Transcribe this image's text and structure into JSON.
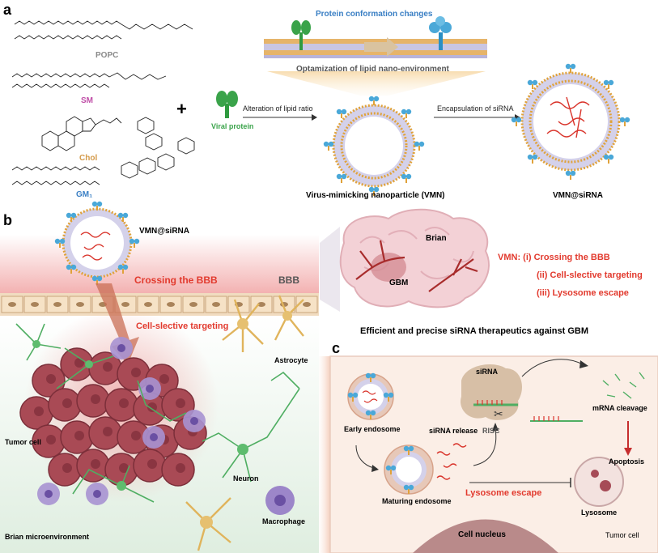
{
  "panel_a": {
    "label": "a",
    "lipids": {
      "popc": "POPC",
      "sm": "SM",
      "chol": "Chol",
      "gm1": "GM₁"
    },
    "plus": "+",
    "viral_protein": "Viral protein",
    "protein_conformation": "Protein conformation changes",
    "optimization": "Optamization of lipid nano-environment",
    "alteration": "Alteration of lipid ratio",
    "encapsulation": "Encapsulation of siRNA",
    "vmn": "Virus-mimicking nanoparticle (VMN)",
    "vmn_sirna": "VMN@siRNA"
  },
  "panel_b": {
    "label": "b",
    "vmn_sirna": "VMN@siRNA",
    "crossing": "Crossing the BBB",
    "bbb": "BBB",
    "targeting": "Cell-slective targeting",
    "brian": "Brian",
    "gbm": "GBM",
    "features": [
      "VMN: (i) Crossing the BBB",
      "(ii) Cell-slective targeting",
      "(iii) Lysosome escape"
    ],
    "efficient": "Efficient and precise siRNA therapeutics against GBM",
    "astrocyte": "Astrocyte",
    "tumor_cell": "Tumor cell",
    "neuron": "Neuron",
    "macrophage": "Macrophage",
    "microenv": "Brian microenvironment"
  },
  "panel_c": {
    "label": "c",
    "sirna": "siRNA",
    "mrna_cleavage": "mRNA cleavage",
    "early_endosome": "Early endosome",
    "sirna_release": "siRNA release",
    "risc": "RISC",
    "apoptosis": "Apoptosis",
    "maturing_endosome": "Maturing endosome",
    "lysosome_escape": "Lysosome escape",
    "lysosome": "Lysosome",
    "cell_nucleus": "Cell nucleus",
    "tumor_cell": "Tumor cell"
  },
  "colors": {
    "red_text": "#e23a2e",
    "blue_text": "#3a7fc4",
    "green_text": "#3aa34a",
    "pink_text": "#c04fa8",
    "orange_text": "#d49a4a",
    "gray_text": "#8a8a8a",
    "tumor": "#a94a55",
    "protein_blue": "#4aa8d8",
    "lipid_orange": "#e0a23a"
  }
}
